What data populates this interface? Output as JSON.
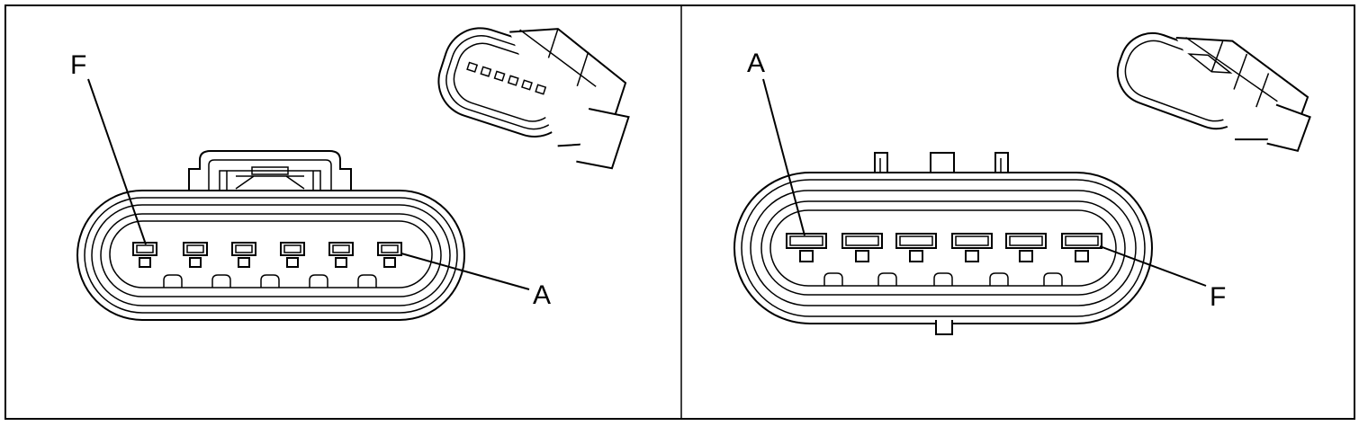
{
  "left_view": {
    "label_top": "F",
    "label_right": "A",
    "pin_count": 6
  },
  "right_view": {
    "label_top": "A",
    "label_right": "F",
    "pin_count": 6
  },
  "colors": {
    "line": "#000000",
    "background": "#ffffff"
  }
}
